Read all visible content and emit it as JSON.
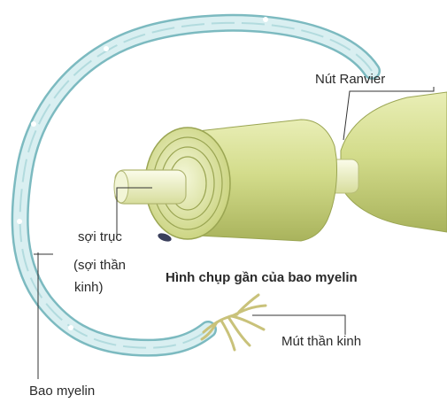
{
  "labels": {
    "node_of_ranvier": "Nút Ranvier",
    "axon_line1": "sợi trục",
    "axon_line2": "(sợi thần",
    "axon_line3": "kinh)",
    "caption": "Hình chụp gần của bao myelin",
    "nerve_ending": "Mút thần kinh",
    "myelin_sheath": "Bao myelin"
  },
  "colors": {
    "myelin_light": "#dff1f2",
    "myelin_edge": "#8fc7cc",
    "sheath_body": "#d4dd8c",
    "sheath_shadow": "#a7b158",
    "axon": "#edf1c2",
    "leader_line": "#333333"
  }
}
